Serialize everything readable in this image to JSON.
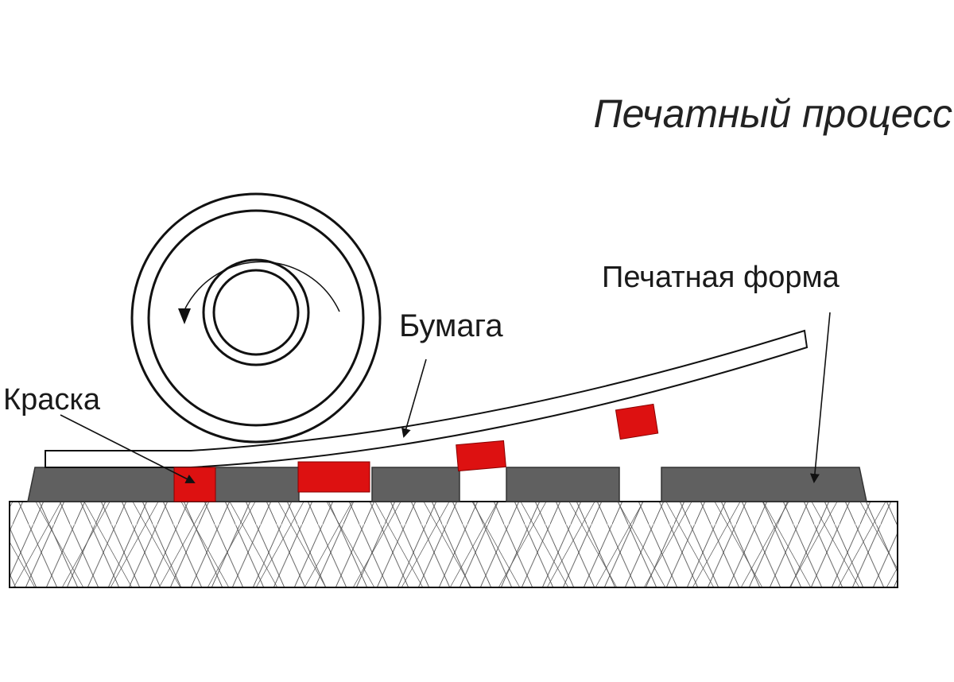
{
  "title": "Печатный процесс",
  "labels": {
    "paper": "Бумага",
    "printing_plate": "Печатная форма",
    "ink": "Краска"
  },
  "colors": {
    "ink": "#dd1111",
    "plate": "#606060",
    "line": "#111111",
    "hatch": "#4a4a4a",
    "background": "#ffffff"
  },
  "icons": {
    "rotation": "rotation-arrow-icon"
  }
}
